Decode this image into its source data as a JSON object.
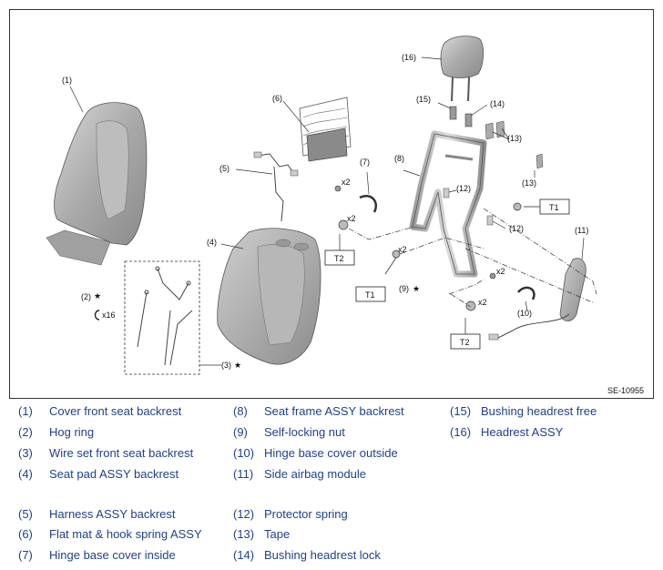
{
  "diagram": {
    "reference_code": "SE-10955",
    "callouts": [
      "(1)",
      "(2)",
      "(3)",
      "(4)",
      "(5)",
      "(6)",
      "(7)",
      "(8)",
      "(9)",
      "(10)",
      "(11)",
      "(12)",
      "(12)",
      "(13)",
      "(13)",
      "(14)",
      "(15)",
      "(16)"
    ],
    "quantities": [
      "x16",
      "x2",
      "x2",
      "x2",
      "x2",
      "x2"
    ],
    "torque_labels": [
      "T1",
      "T1",
      "T2",
      "T2"
    ],
    "star_marks": [
      "★",
      "★",
      "★"
    ]
  },
  "legend": {
    "items": [
      {
        "num": "(1)",
        "label": "Cover front seat backrest"
      },
      {
        "num": "(2)",
        "label": "Hog ring"
      },
      {
        "num": "(3)",
        "label": "Wire set front seat backrest"
      },
      {
        "num": "(4)",
        "label": "Seat pad ASSY backrest"
      },
      {
        "num": "(5)",
        "label": "Harness ASSY backrest"
      },
      {
        "num": "(6)",
        "label": "Flat mat & hook spring ASSY"
      },
      {
        "num": "(7)",
        "label": "Hinge base cover inside"
      },
      {
        "num": "(8)",
        "label": "Seat frame ASSY backrest"
      },
      {
        "num": "(9)",
        "label": "Self-locking nut"
      },
      {
        "num": "(10)",
        "label": "Hinge base cover outside"
      },
      {
        "num": "(11)",
        "label": "Side airbag module"
      },
      {
        "num": "(12)",
        "label": "Protector spring"
      },
      {
        "num": "(13)",
        "label": "Tape"
      },
      {
        "num": "(14)",
        "label": "Bushing headrest lock"
      },
      {
        "num": "(15)",
        "label": "Bushing headrest free"
      },
      {
        "num": "(16)",
        "label": "Headrest ASSY"
      }
    ]
  }
}
